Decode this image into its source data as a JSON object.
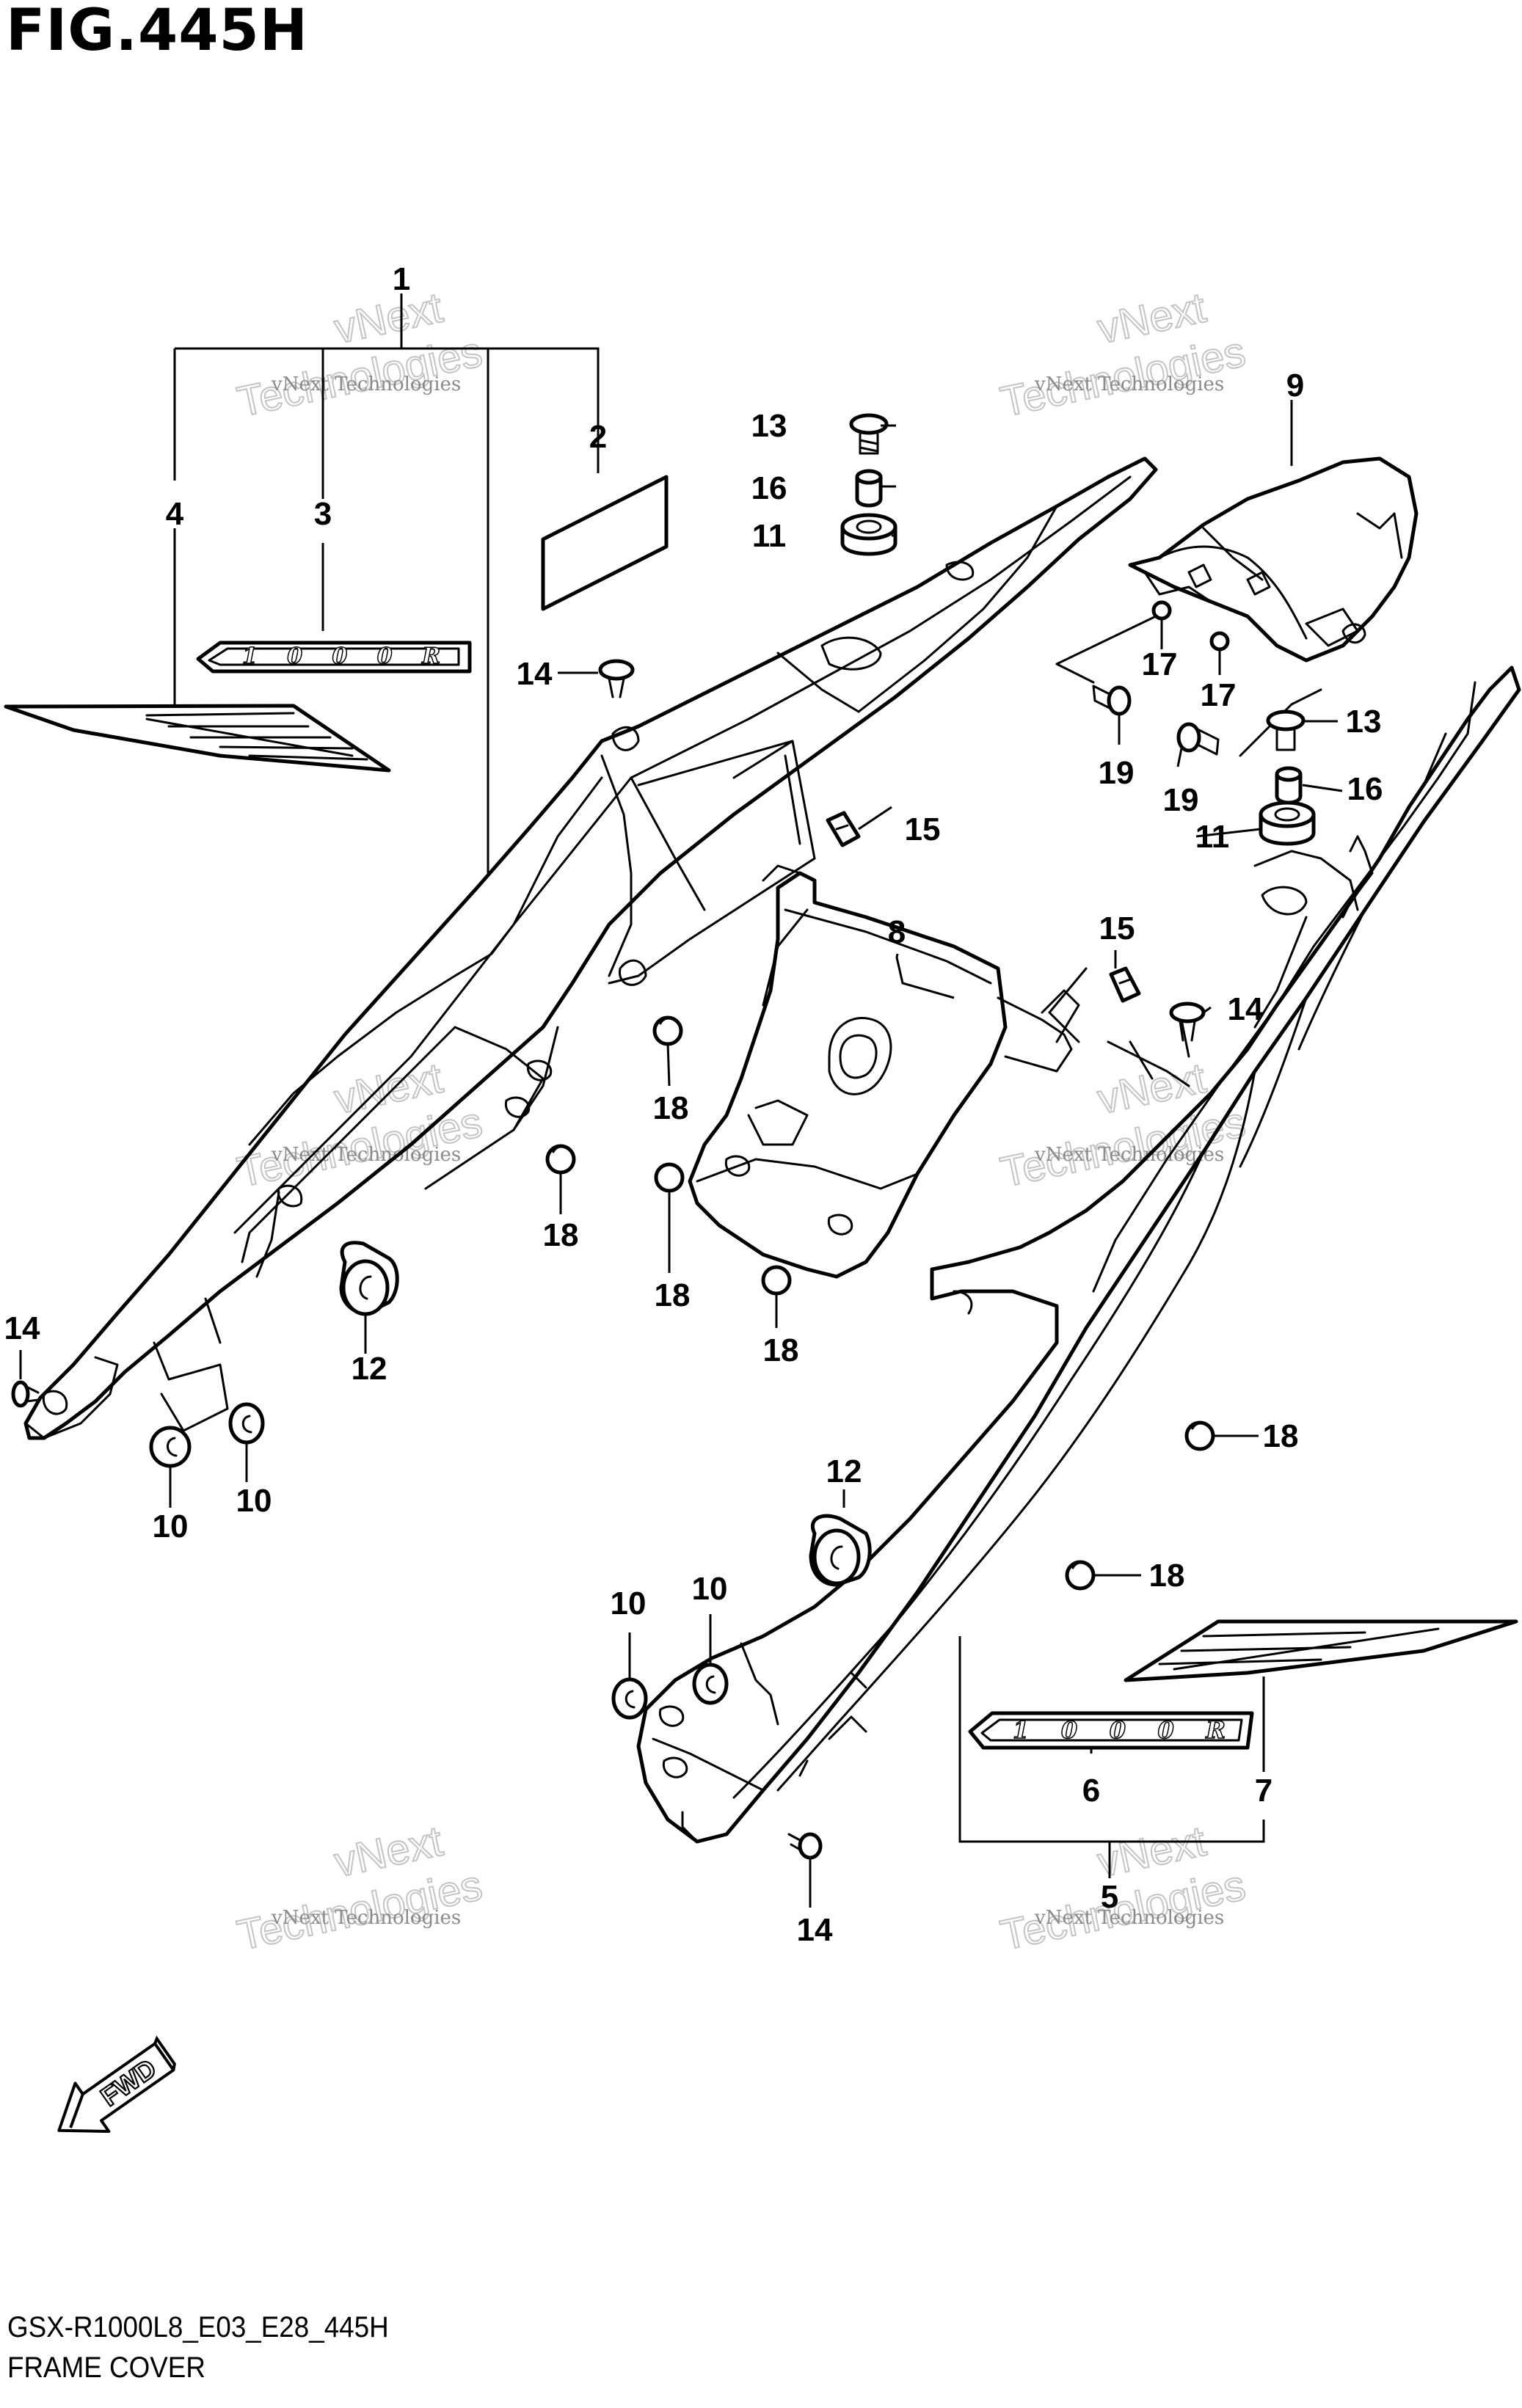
{
  "figure_title": "FIG.445H",
  "footer": {
    "code": "GSX-R1000L8_E03_E28_445H",
    "name": "FRAME COVER"
  },
  "watermark": {
    "line1": "vNext Technologies",
    "line2": "Technologies",
    "line3": "vNext"
  },
  "emblem_text": "1000R",
  "fwd_label": "FWD",
  "callouts": [
    "1",
    "2",
    "3",
    "4",
    "5",
    "6",
    "7",
    "8",
    "9",
    "10",
    "11",
    "12",
    "13",
    "14",
    "15",
    "16",
    "17",
    "18",
    "19"
  ]
}
